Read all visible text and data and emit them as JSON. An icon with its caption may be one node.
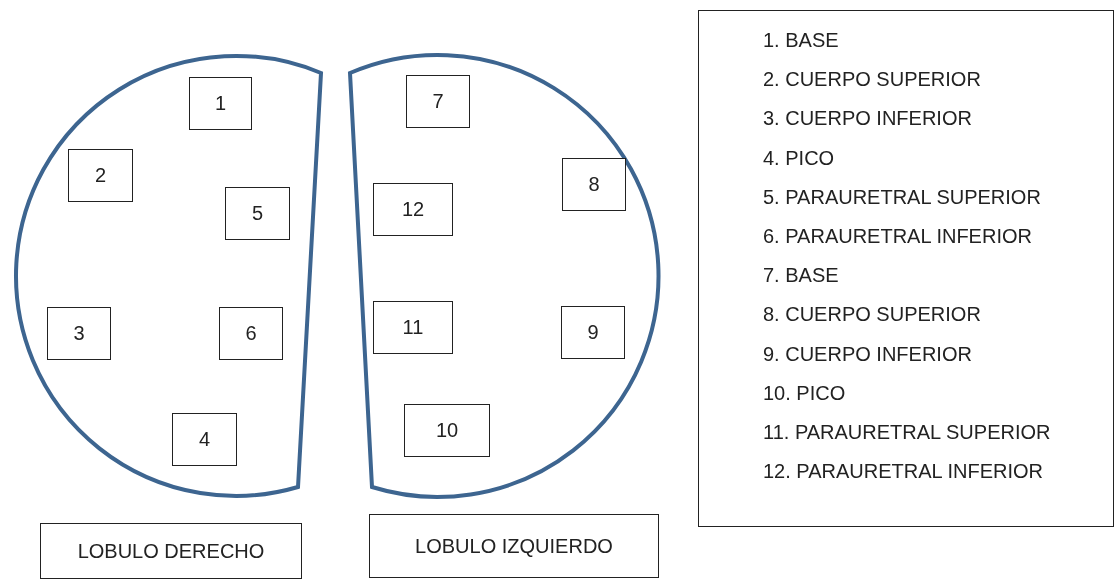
{
  "diagram": {
    "nodes": [
      {
        "text": [],
        "shape": "circle"
      },
      {
        "text": [
          "1"
        ],
        "in": 0
      },
      {
        "text": [
          "2"
        ],
        "in": 0
      },
      {
        "text": [
          "5"
        ],
        "in": 0
      },
      {
        "text": [
          "3"
        ],
        "in": 0
      },
      {
        "text": [
          "6"
        ],
        "in": 0
      },
      {
        "text": [
          "4"
        ],
        "in": 0
      },
      {
        "text": [],
        "shape": "circle"
      },
      {
        "text": [
          "7"
        ],
        "in": 7
      },
      {
        "text": [
          "12"
        ],
        "in": 7
      },
      {
        "text": [
          "8"
        ],
        "in": 7
      },
      {
        "text": [
          "11"
        ],
        "in": 7
      },
      {
        "text": [
          "9"
        ],
        "in": 7
      },
      {
        "text": [
          "10"
        ],
        "in": 7
      },
      {
        "text": [
          "LOBULO DERECHO"
        ]
      },
      {
        "text": [
          "LOBULO IZQUIERDO"
        ]
      },
      {
        "text": [
          "1. BASE",
          "2. CUERPO SUPERIOR",
          "3. CUERPO INFERIOR",
          "4. PICO",
          "5. PARAURETRAL SUPERIOR",
          "6. PARAURETRAL INFERIOR",
          "7. BASE",
          "8. CUERPO SUPERIOR",
          "9. CUERPO INFERIOR",
          "10. PICO",
          "11. PARAURETRAL SUPERIOR",
          "12. PARAURETRAL INFERIOR"
        ]
      }
    ],
    "edges": []
  }
}
